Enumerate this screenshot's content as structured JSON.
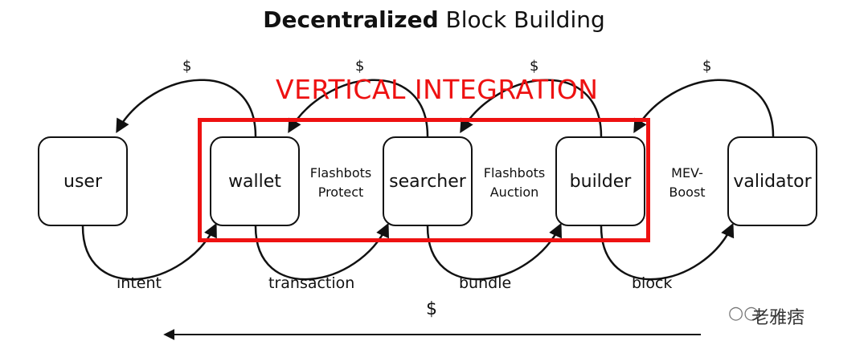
{
  "title": {
    "bold": "Decentralized",
    "rest": "Block Building"
  },
  "nodes": {
    "user": "user",
    "wallet": "wallet",
    "searcher": "searcher",
    "builder": "builder",
    "validator": "validator"
  },
  "middle_labels": {
    "wallet_searcher_line1": "Flashbots",
    "wallet_searcher_line2": "Protect",
    "searcher_builder_line1": "Flashbots",
    "searcher_builder_line2": "Auction",
    "builder_validator_line1": "MEV-",
    "builder_validator_line2": "Boost"
  },
  "flow_labels": {
    "intent": "intent",
    "transaction": "transaction",
    "bundle": "bundle",
    "block": "block"
  },
  "payments": {
    "wallet_to_user": "$",
    "searcher_to_wallet": "$",
    "builder_to_searcher": "$",
    "validator_to_builder": "$",
    "bottom": "$"
  },
  "highlight": {
    "label": "VERTICAL INTEGRATION",
    "color": "#ee1111"
  },
  "watermark": "老雅痞"
}
